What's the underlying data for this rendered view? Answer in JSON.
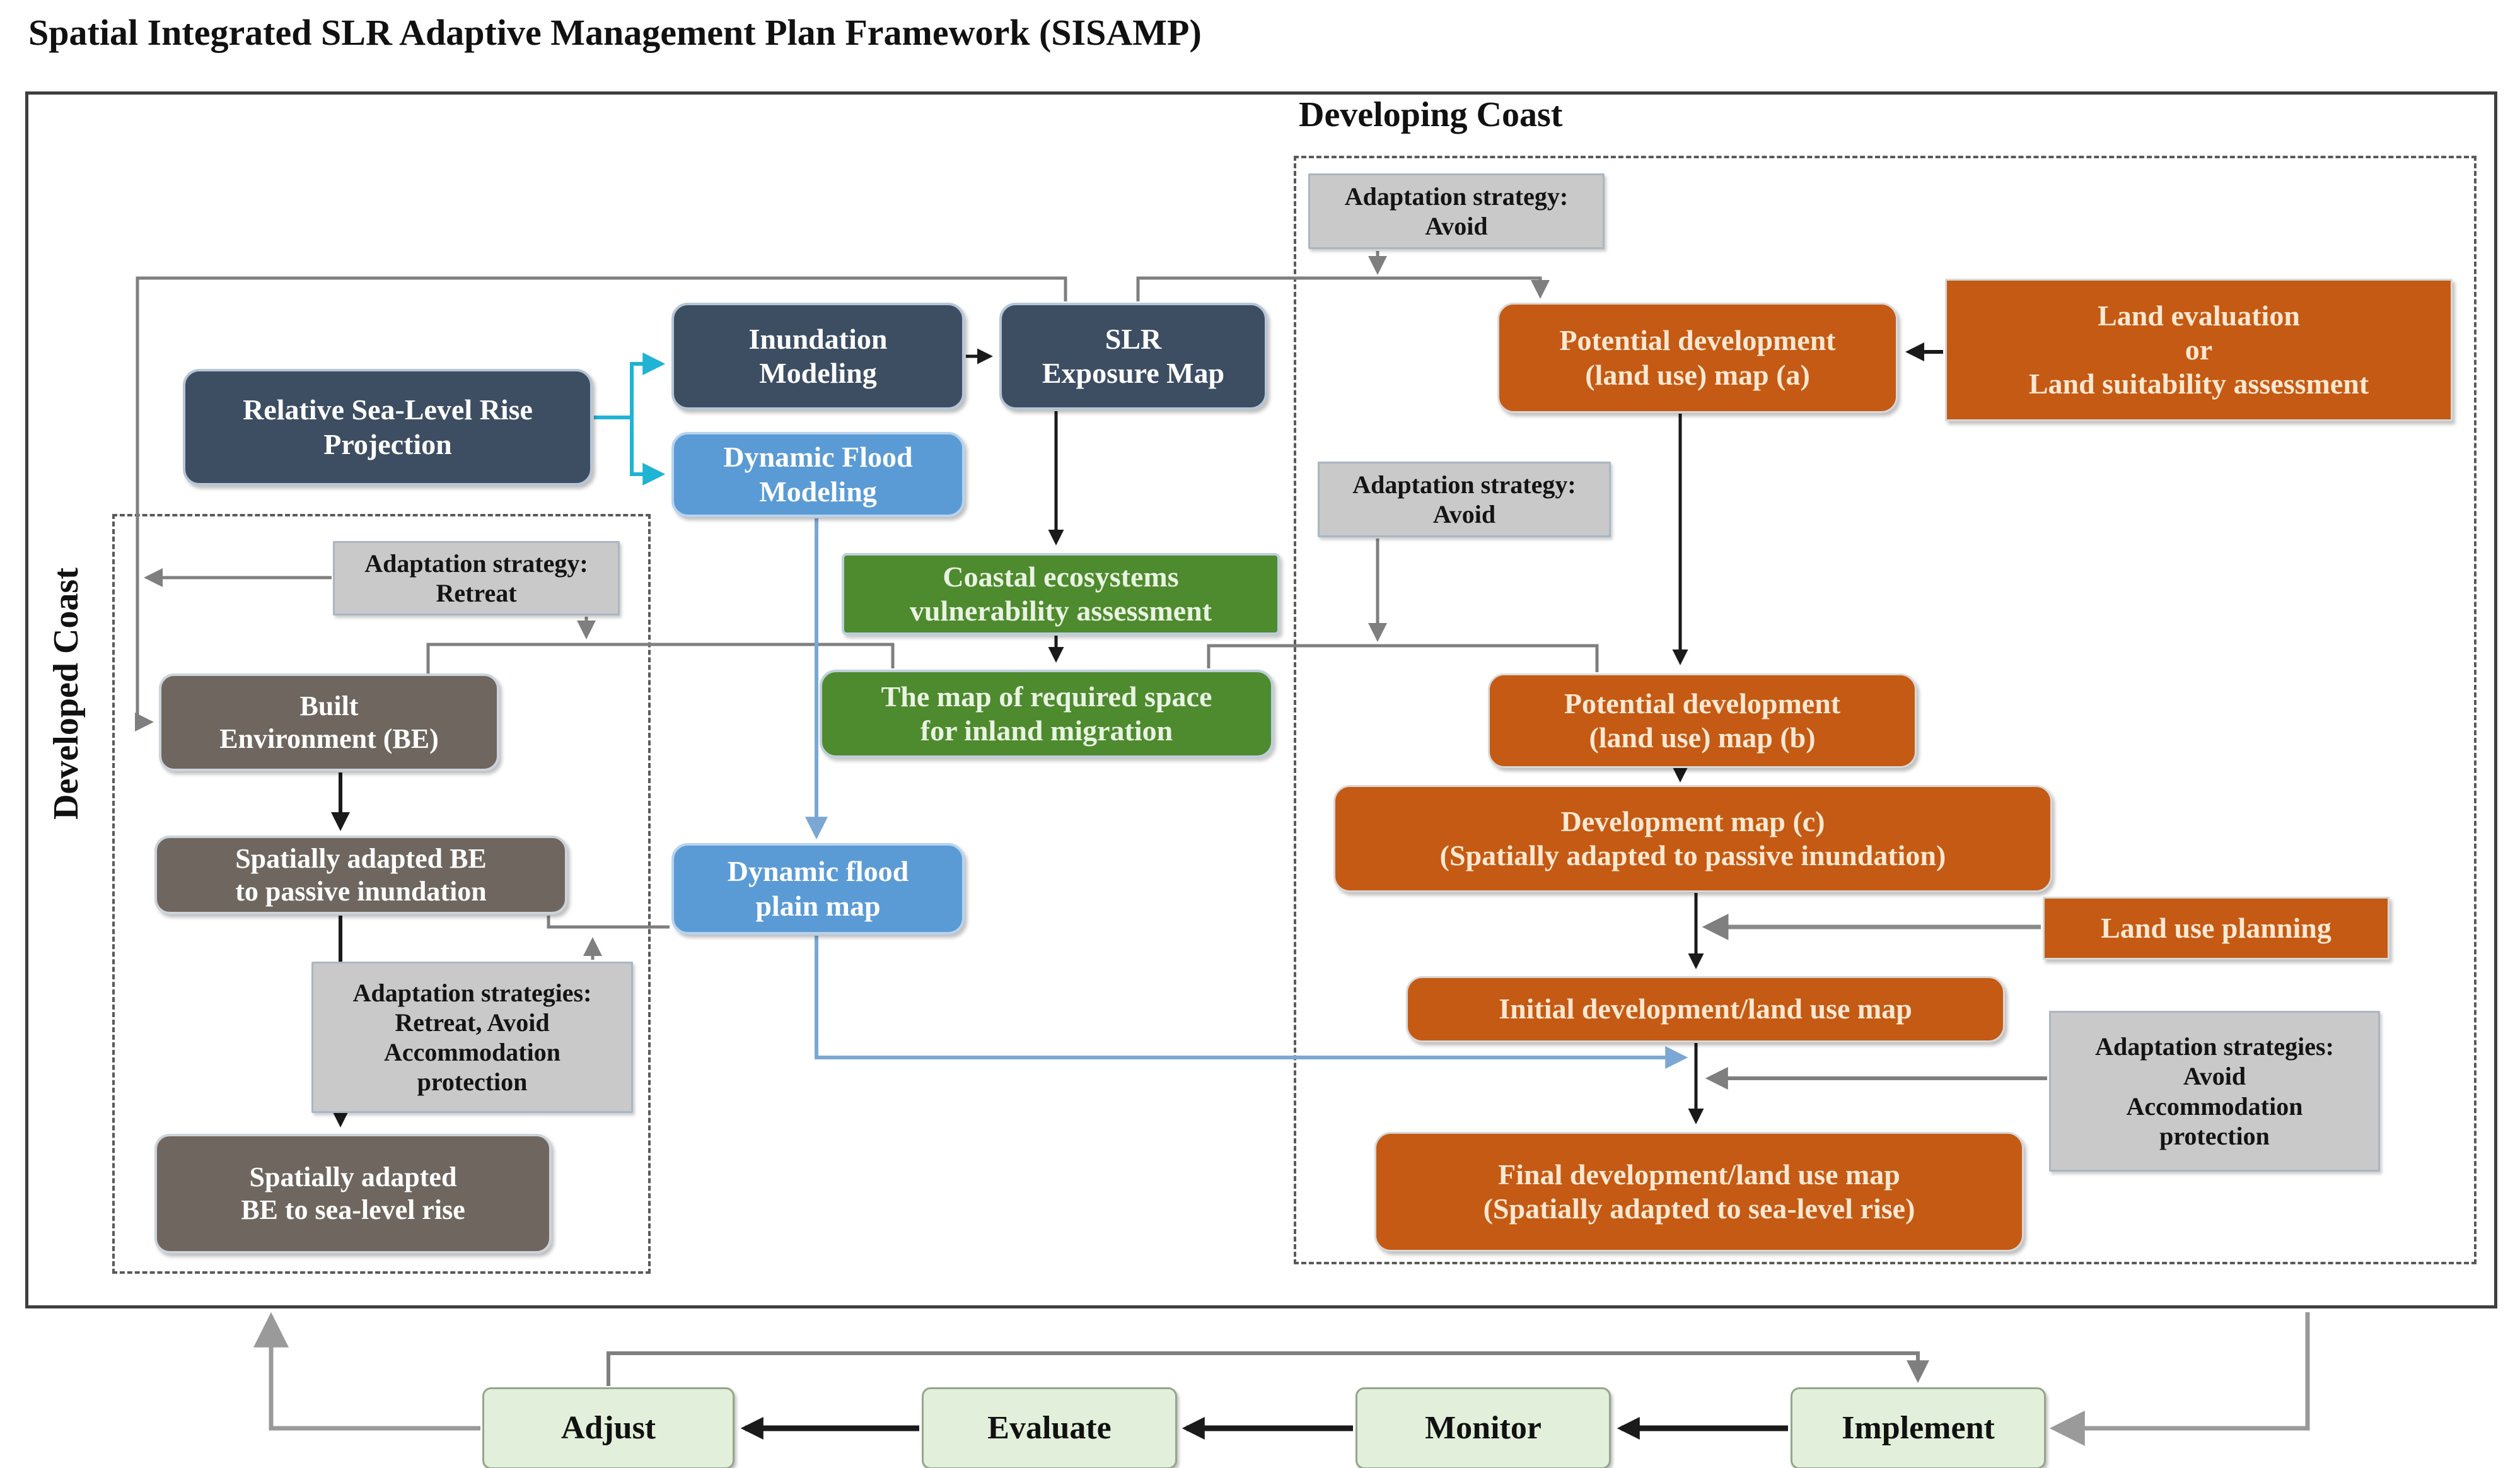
{
  "title": "Spatial Integrated SLR Adaptive Management Plan Framework (SISAMP)",
  "regions": {
    "developing_coast": "Developing Coast",
    "developed_coast": "Developed Coast"
  },
  "nodes": {
    "relative_slr": {
      "label": "Relative Sea-Level Rise\nProjection"
    },
    "inundation_modeling": {
      "label": "Inundation\nModeling"
    },
    "slr_exposure_map": {
      "label": "SLR\nExposure Map"
    },
    "dynamic_flood_modeling": {
      "label": "Dynamic Flood\nModeling"
    },
    "coastal_ecosystems": {
      "label": "Coastal ecosystems\nvulnerability assessment"
    },
    "required_space_map": {
      "label": "The map of required space\nfor inland migration"
    },
    "dynamic_flood_plain": {
      "label": "Dynamic flood\nplain map"
    },
    "adaptation_avoid_top": {
      "label": "Adaptation strategy:\nAvoid"
    },
    "adaptation_avoid_mid": {
      "label": "Adaptation strategy:\nAvoid"
    },
    "map_a": {
      "label": "Potential development\n(land use) map (a)"
    },
    "land_evaluation": {
      "label": "Land evaluation\nor\nLand suitability assessment"
    },
    "map_b": {
      "label": "Potential development\n(land use) map (b)"
    },
    "map_c": {
      "label": "Development map (c)\n(Spatially adapted to passive inundation)"
    },
    "land_use_planning": {
      "label": "Land use planning"
    },
    "initial_map": {
      "label": "Initial development/land use map"
    },
    "strategies_right": {
      "label": "Adaptation strategies:\nAvoid\nAccommodation\nprotection"
    },
    "final_map": {
      "label": "Final development/land use map\n(Spatially adapted to sea-level rise)"
    },
    "adaptation_retreat": {
      "label": "Adaptation strategy:\nRetreat"
    },
    "built_environment": {
      "label": "Built\nEnvironment (BE)"
    },
    "adapted_passive": {
      "label": "Spatially adapted BE\nto passive inundation"
    },
    "strategies_left": {
      "label": "Adaptation strategies:\nRetreat, Avoid\nAccommodation\nprotection"
    },
    "adapted_slr": {
      "label": "Spatially adapted\nBE to sea-level rise"
    }
  },
  "cycle": {
    "adjust": "Adjust",
    "evaluate": "Evaluate",
    "monitor": "Monitor",
    "implement": "Implement"
  },
  "palette": {
    "navy": "#3d4e63",
    "blue": "#5b9bd5",
    "green": "#4e8a2e",
    "orange": "#c45a14",
    "gray_box": "#c9c9c9",
    "brown_gray": "#6f675f",
    "light_green": "#e2efda",
    "cyan_arrow": "#1fb3d4",
    "blue_arrow": "#7ba7d4",
    "gray_line": "#7f7f7f",
    "black_line": "#1a1a1a"
  }
}
